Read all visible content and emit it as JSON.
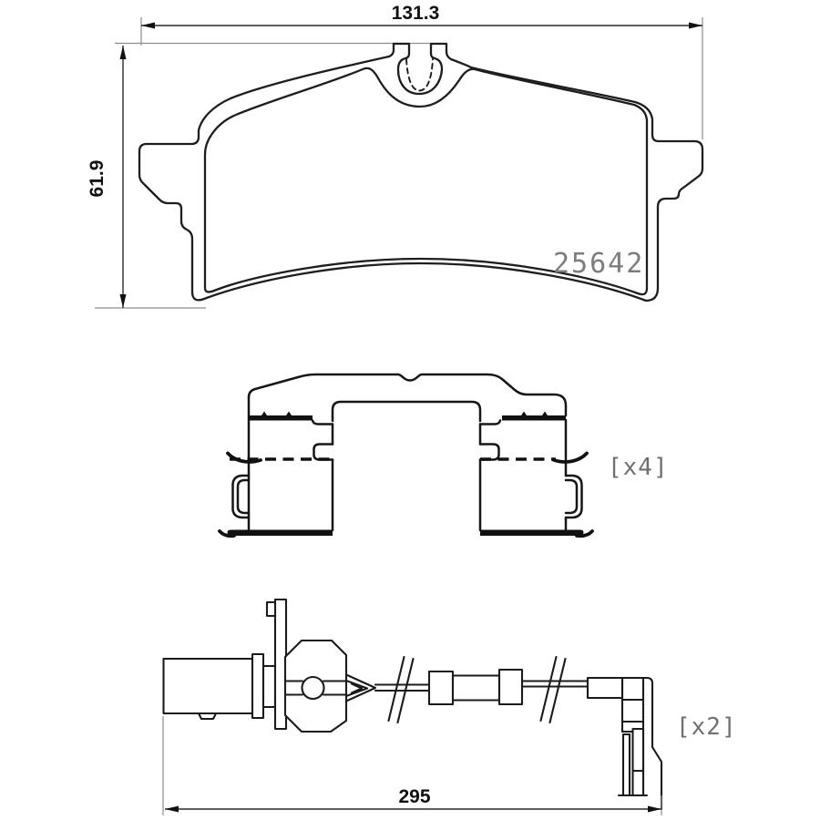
{
  "page": {
    "description": "Brake pad set technical line drawing: pad outline with dimensions, fitting clip accessory, and wear indicator sensor",
    "background": "#ffffff"
  },
  "colors": {
    "line": "#1e1e1e",
    "dimension_text": "#111111",
    "extension_line": "#8d8d8d",
    "annotation": "#6f6f6f",
    "part_number": "#7d7d7d",
    "background": "#ffffff"
  },
  "brake_pad": {
    "width_dim": "131.3",
    "height_dim": "61.9",
    "part_number": "25642"
  },
  "fitting_clip": {
    "quantity": "[x4]"
  },
  "wear_sensor": {
    "quantity": "[x2]",
    "length_dim": "295"
  }
}
